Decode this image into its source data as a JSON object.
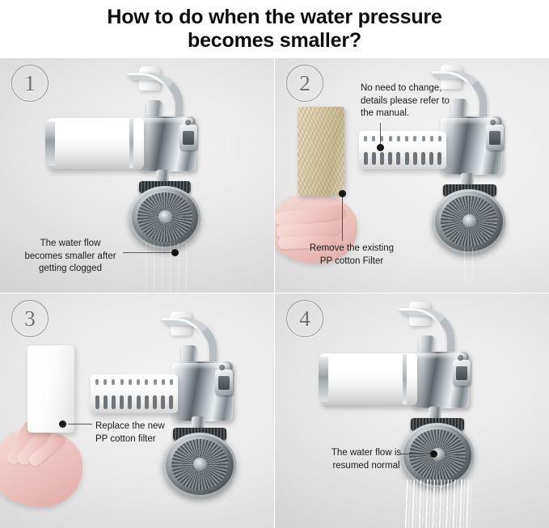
{
  "heading": {
    "line1": "How to do when the water pressure",
    "line2": "becomes smaller?"
  },
  "colors": {
    "heading_text": "#0d0d0d",
    "callout_text": "#1b1b1b",
    "badge_outline": "#9a9a9a",
    "badge_number": "#6e6e6e",
    "wall_light": "#f3f3f3",
    "wall_mid": "#e0e0e0",
    "wall_dark": "#cfcfcf",
    "leader_line": "#3a3a3a",
    "marker_dot": "#161616",
    "used_filter_beige": "#ddcfae",
    "new_filter_white": "#ffffff",
    "skin_tone": "#f0cac3",
    "chrome_mid": "#5e666b"
  },
  "panels": [
    {
      "step": "1",
      "badge_label": "1",
      "callouts": [
        {
          "id": "flow-clogged",
          "text": "The water flow\nbecomes smaller after\ngetting clogged"
        }
      ]
    },
    {
      "step": "2",
      "badge_label": "2",
      "callouts": [
        {
          "id": "no-need-change",
          "text": "No need to change,\ndetails please refer to\nthe manual."
        },
        {
          "id": "remove-filter",
          "text": "Remove the existing\nPP cotton Filter"
        }
      ]
    },
    {
      "step": "3",
      "badge_label": "3",
      "callouts": [
        {
          "id": "replace-filter",
          "text": "Replace the new\nPP cotton filter"
        }
      ]
    },
    {
      "step": "4",
      "badge_label": "4",
      "callouts": [
        {
          "id": "flow-normal",
          "text": "The water flow is\nresumed normal"
        }
      ]
    }
  ]
}
